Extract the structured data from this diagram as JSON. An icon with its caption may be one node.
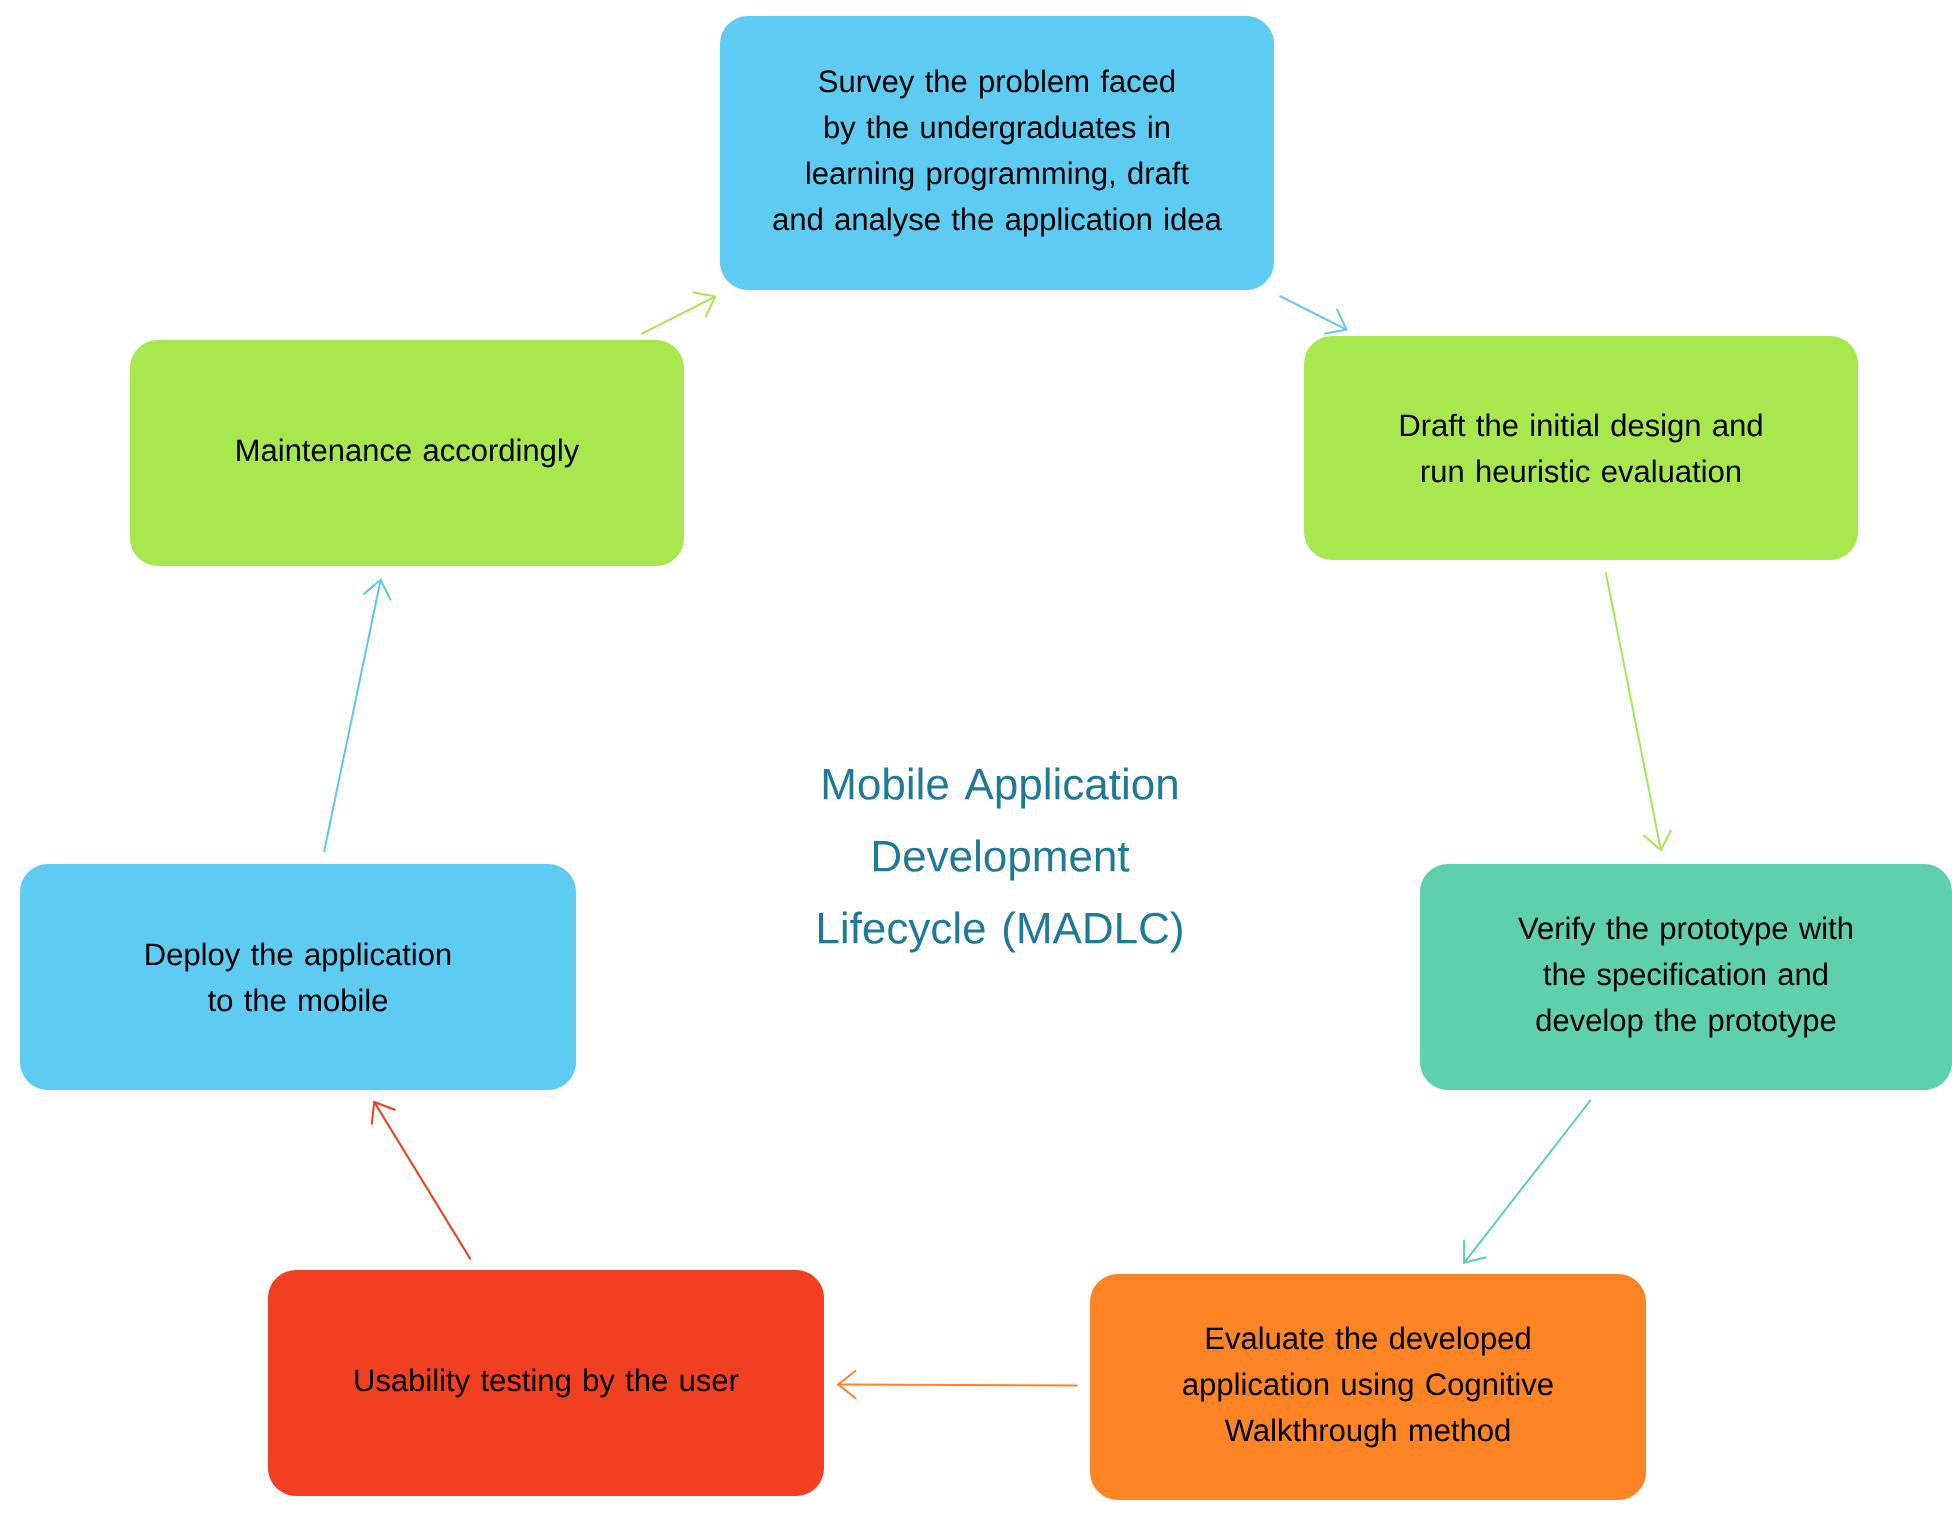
{
  "diagram": {
    "title": "Mobile Application Development Lifecycle (MADLC)",
    "nodes": [
      {
        "text": [
          "Survey the problem faced by the undergraduates in learning programming, draft and analyse the application idea"
        ]
      },
      {
        "text": [
          "Draft the initial design and run heuristic evaluation"
        ]
      },
      {
        "text": [
          "Verify the prototype with the specification and develop the prototype"
        ]
      },
      {
        "text": [
          "Evaluate the developed application using Cognitive Walkthrough method"
        ]
      },
      {
        "text": [
          "Usability testing by the user"
        ]
      },
      {
        "text": [
          "Deploy the application to the mobile"
        ]
      },
      {
        "text": [
          "Maintenance accordingly"
        ]
      }
    ],
    "edges": [
      {
        "from": 0,
        "to": 1,
        "arrow": "to",
        "color": "#5ec8ea"
      },
      {
        "from": 1,
        "to": 2,
        "arrow": "to",
        "color": "#a8e84f"
      },
      {
        "from": 2,
        "to": 3,
        "arrow": "to",
        "color": "#5fd0ad"
      },
      {
        "from": 3,
        "to": 4,
        "arrow": "to",
        "color": "#fc8424"
      },
      {
        "from": 4,
        "to": 5,
        "arrow": "to",
        "color": "#f04021"
      },
      {
        "from": 5,
        "to": 6,
        "arrow": "to",
        "color": "#5ec8ea"
      },
      {
        "from": 6,
        "to": 0,
        "arrow": "to",
        "color": "#a8e84f"
      }
    ]
  }
}
